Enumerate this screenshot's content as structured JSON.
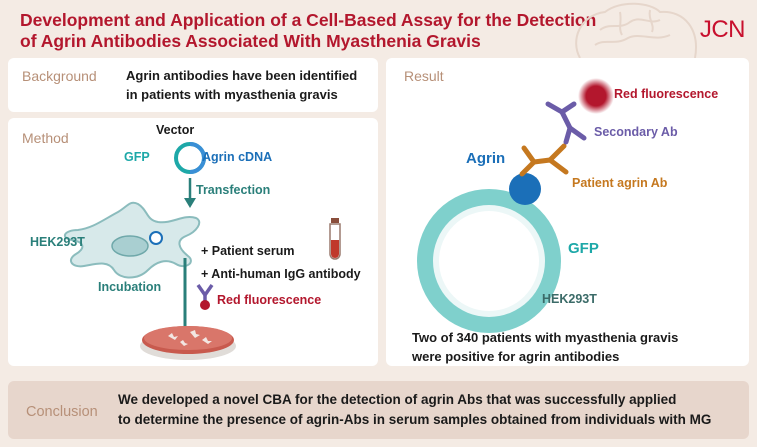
{
  "header": {
    "title_line1": "Development and Application of a Cell-Based Assay for the Detection",
    "title_line2": "of Agrin Antibodies Associated With Myasthenia Gravis",
    "journal": "JCN"
  },
  "background": {
    "label": "Background",
    "text": "Agrin antibodies have been identified in patients with myasthenia gravis"
  },
  "method": {
    "label": "Method",
    "vector": "Vector",
    "gfp": "GFP",
    "agrin_cdna": "Agrin cDNA",
    "transfection": "Transfection",
    "cell": "HEK293T",
    "serum": "+ Patient serum",
    "igg": "+ Anti-human IgG antibody",
    "incubation": "Incubation",
    "red": "Red fluorescence"
  },
  "result": {
    "label": "Result",
    "red": "Red fluorescence",
    "secondary": "Secondary Ab",
    "agrin": "Agrin",
    "patient_ab": "Patient agrin Ab",
    "gfp": "GFP",
    "cell": "HEK293T",
    "summary_line1": "Two of 340 patients with myasthenia gravis",
    "summary_line2": "were positive for agrin antibodies"
  },
  "conclusion": {
    "label": "Conclusion",
    "line1": "We developed a novel CBA for the detection of agrin Abs that was successfully applied",
    "line2": "to determine the presence of agrin-Abs in serum samples obtained from individuals with MG"
  },
  "colors": {
    "title": "#b3172d",
    "label": "#b79078",
    "teal": "#2a7f7a",
    "cyan": "#1da8a8",
    "blue": "#1b6fb8",
    "purple": "#6b5ca8",
    "orange": "#c5781f",
    "red": "#b3172d",
    "gfp_ring": "#7fd0cc"
  }
}
